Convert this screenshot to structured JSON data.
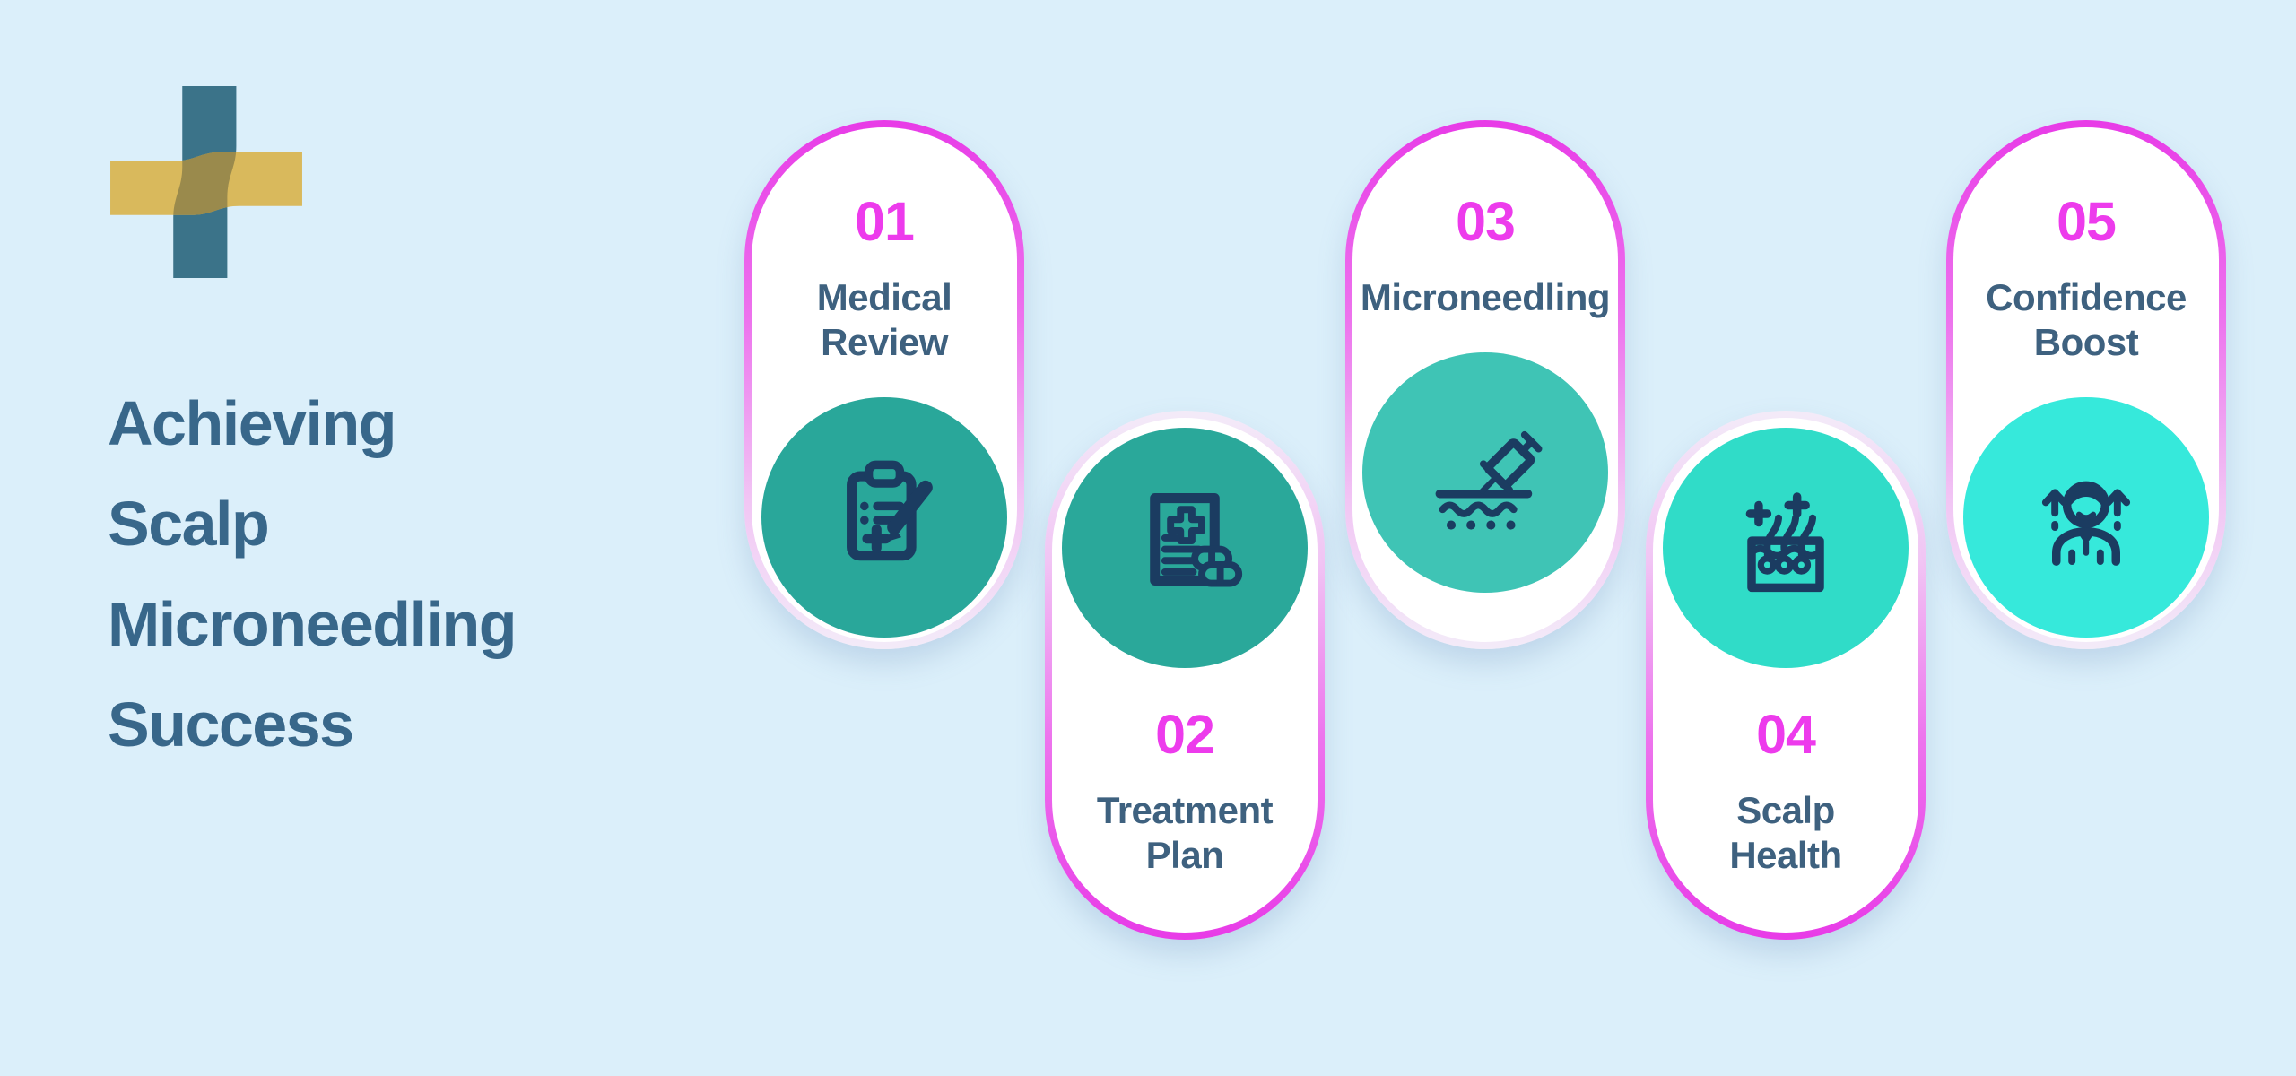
{
  "page": {
    "background": "#DBEFFA"
  },
  "logo": {
    "name": "medical-cross-logo",
    "teal": "#3B7389",
    "gold": "#D9B95C",
    "overlap": "#9A8A4C"
  },
  "title": {
    "text": "Achieving Scalp Microneedling Success",
    "color": "#38678A"
  },
  "theme": {
    "accent_magenta": "#E83BE7",
    "number_color": "#ED3BEC",
    "label_color": "#3E617F",
    "icon_color": "#1B3C61",
    "card_background": "#FFFFFF",
    "border_fade": "#F3EBF8"
  },
  "steps": [
    {
      "number": "01",
      "label": "Medical\nReview",
      "icon": "clipboard-checklist-icon",
      "circle_color": "#29A79A",
      "variant": "number-top"
    },
    {
      "number": "02",
      "label": "Treatment\nPlan",
      "icon": "medical-document-pills-icon",
      "circle_color": "#2AA89A",
      "variant": "circle-top"
    },
    {
      "number": "03",
      "label": "Microneedling",
      "icon": "microneedling-syringe-icon",
      "circle_color": "#3FC4B5",
      "variant": "number-top"
    },
    {
      "number": "04",
      "label": "Scalp\nHealth",
      "icon": "scalp-follicles-icon",
      "circle_color": "#30DCC8",
      "variant": "circle-top"
    },
    {
      "number": "05",
      "label": "Confidence\nBoost",
      "icon": "confidence-boost-person-icon",
      "circle_color": "#36E9DB",
      "variant": "number-top"
    }
  ]
}
